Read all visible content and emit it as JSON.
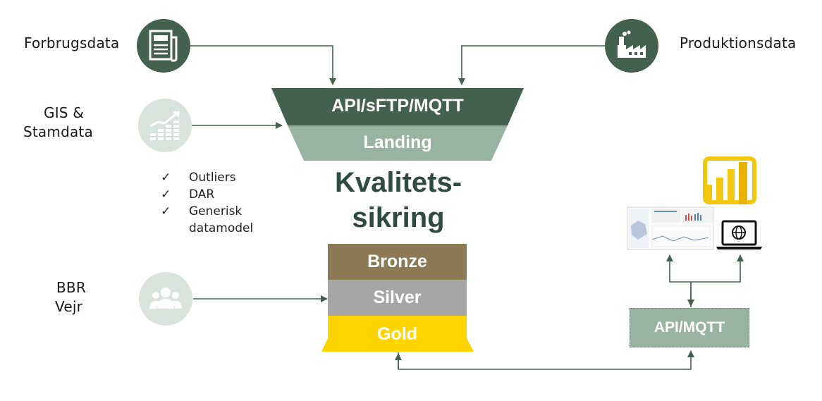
{
  "sources": {
    "forbrugsdata": "Forbrugsdata",
    "produktionsdata": "Produktionsdata",
    "gis_line1": "GIS &",
    "gis_line2": "Stamdata",
    "bbr_line1": "BBR",
    "bbr_line2": "Vejr"
  },
  "funnel": {
    "top": "API/sFTP/MQTT",
    "bottom": "Landing"
  },
  "quality": {
    "line1": "Kvalitets-",
    "line2": "sikring",
    "checks": [
      {
        "mark": "✓",
        "text": "Outliers"
      },
      {
        "mark": "✓",
        "text": "DAR"
      },
      {
        "mark": "✓",
        "text": "Generisk datamodel"
      }
    ]
  },
  "layers": {
    "bronze": "Bronze",
    "silver": "Silver",
    "gold": "Gold"
  },
  "output": {
    "api": "API/MQTT"
  },
  "colors": {
    "dark_green": "#44614f",
    "mid_green": "#98b3a2",
    "light_green": "#d9e3dc",
    "bronze": "#8b7a55",
    "silver": "#a6a6a6",
    "gold": "#ffd400",
    "powerbi_yellow": "#f2c80f"
  },
  "icons": {
    "forbrugsdata": "newspaper-icon",
    "produktionsdata": "factory-icon",
    "gis": "growth-chart-icon",
    "bbr": "people-icon",
    "powerbi": "power-bi-icon",
    "dashboard": "dashboard-thumbnail",
    "web": "laptop-globe-icon"
  }
}
